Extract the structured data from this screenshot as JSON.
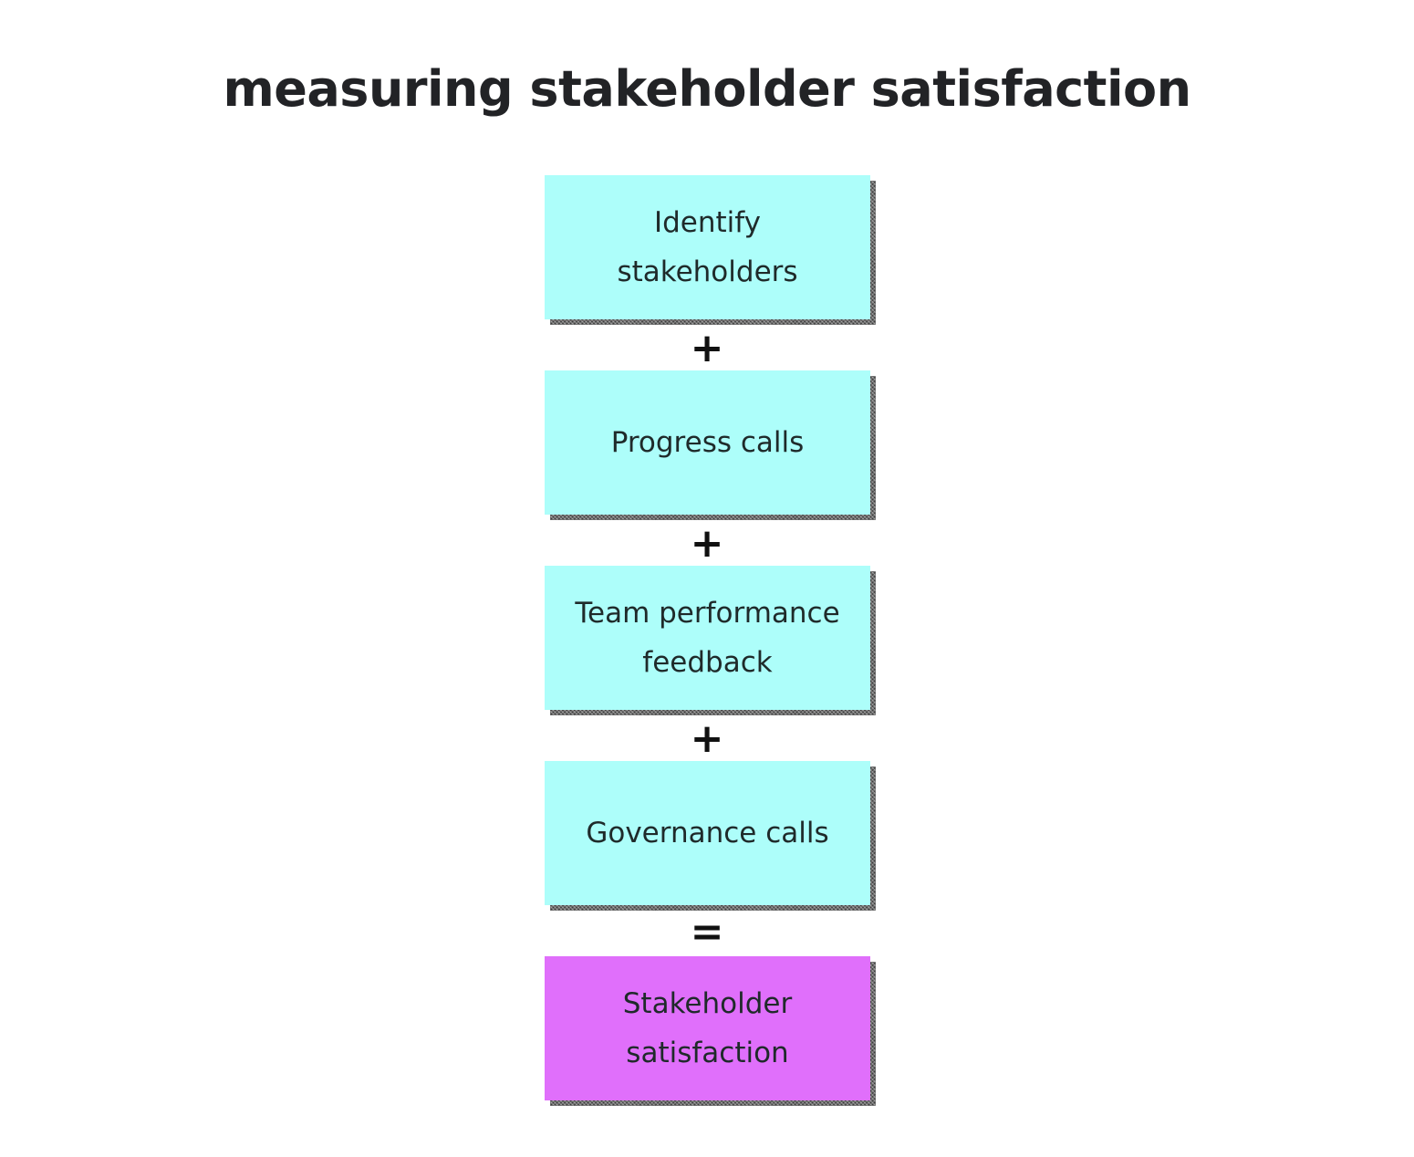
{
  "title": "measuring stakeholder satisfaction",
  "colors": {
    "step_note": "#adfefa",
    "result_note": "#e06ffb",
    "text": "#1f2a2a"
  },
  "steps": [
    {
      "label": "Identify stakeholders"
    },
    {
      "label": "Progress calls"
    },
    {
      "label": "Team performance feedback"
    },
    {
      "label": "Governance calls"
    }
  ],
  "operators": [
    "+",
    "+",
    "+",
    "="
  ],
  "result": {
    "label": "Stakeholder satisfaction"
  }
}
